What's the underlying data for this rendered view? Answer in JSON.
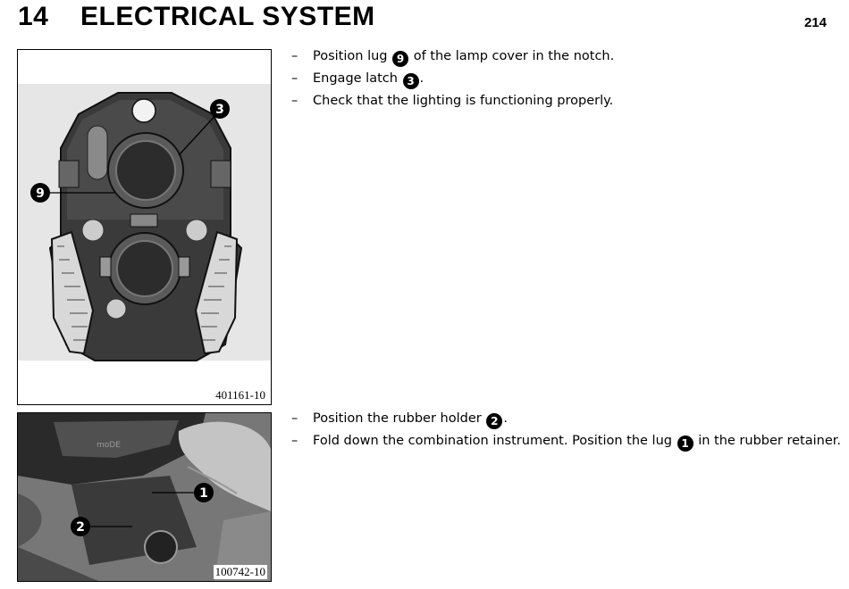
{
  "header": {
    "chapter_number": "14",
    "chapter_title": "ELECTRICAL SYSTEM",
    "page_number": "214"
  },
  "figures": [
    {
      "code": "401161-10",
      "callouts": [
        "3",
        "9"
      ]
    },
    {
      "code": "100742-10",
      "callouts": [
        "1",
        "2"
      ],
      "embossed_text": "moDE"
    }
  ],
  "steps_group_1": [
    {
      "dash": "–",
      "before": "Position lug ",
      "callout": "9",
      "after": " of the lamp cover in the notch."
    },
    {
      "dash": "–",
      "before": "Engage latch ",
      "callout": "3",
      "after": "."
    },
    {
      "dash": "–",
      "before": "Check that the lighting is functioning properly.",
      "callout": null,
      "after": ""
    }
  ],
  "steps_group_2": [
    {
      "dash": "–",
      "before": "Position the rubber holder ",
      "callout": "2",
      "after": "."
    },
    {
      "dash": "–",
      "before": "Fold down the combination instrument. Position the lug ",
      "callout": "1",
      "after": " in the rubber retainer."
    }
  ]
}
